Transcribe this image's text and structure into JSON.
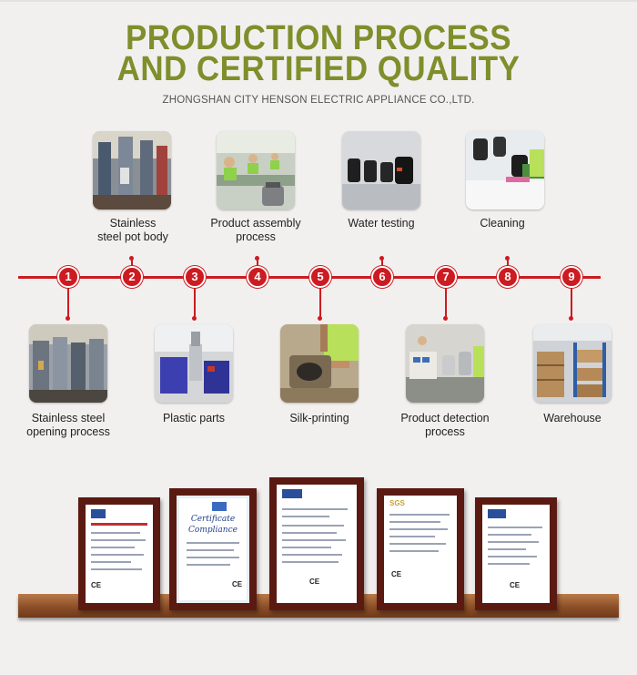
{
  "header": {
    "title_line1": "PRODUCTION PROCESS",
    "title_line2": "AND CERTIFIED QUALITY",
    "subtitle": "ZHONGSHAN CITY HENSON ELECTRIC APPLIANCE CO.,LTD."
  },
  "process": {
    "steps": [
      {
        "number": "1",
        "label_line1": "Stainless steel",
        "label_line2": "opening process",
        "photo": "press-machines-photo"
      },
      {
        "number": "2",
        "label_line1": "Stainless",
        "label_line2": "steel pot body",
        "photo": "hydraulic-press-photo"
      },
      {
        "number": "3",
        "label_line1": "Plastic parts",
        "label_line2": "",
        "photo": "injection-molding-photo"
      },
      {
        "number": "4",
        "label_line1": "Product assembly",
        "label_line2": "process",
        "photo": "assembly-line-photo"
      },
      {
        "number": "5",
        "label_line1": "Silk-printing",
        "label_line2": "",
        "photo": "silk-printing-photo"
      },
      {
        "number": "6",
        "label_line1": "Water testing",
        "label_line2": "",
        "photo": "kettle-row-photo"
      },
      {
        "number": "7",
        "label_line1": "Product detection",
        "label_line2": "process",
        "photo": "detection-bench-photo"
      },
      {
        "number": "8",
        "label_line1": "Cleaning",
        "label_line2": "",
        "photo": "cleaning-photo"
      },
      {
        "number": "9",
        "label_line1": "Warehouse",
        "label_line2": "",
        "photo": "warehouse-photo"
      }
    ]
  },
  "certificates": {
    "items": [
      {
        "name": "cert-ce-1",
        "title_line1": "",
        "title_line2": ""
      },
      {
        "name": "cert-compliance",
        "title_line1": "Certificate",
        "title_line2": "Compliance"
      },
      {
        "name": "cert-ce-2",
        "title_line1": "",
        "title_line2": ""
      },
      {
        "name": "cert-sgs",
        "title_line1": "",
        "title_line2": ""
      },
      {
        "name": "cert-ce-3",
        "title_line1": "",
        "title_line2": ""
      }
    ],
    "mark_ce": "CE",
    "mark_sgs": "SGS"
  },
  "colors": {
    "title": "#7e8f2b",
    "timeline": "#cc1b21",
    "frame": "#5a1a12",
    "shelf": "#8c4f27"
  }
}
